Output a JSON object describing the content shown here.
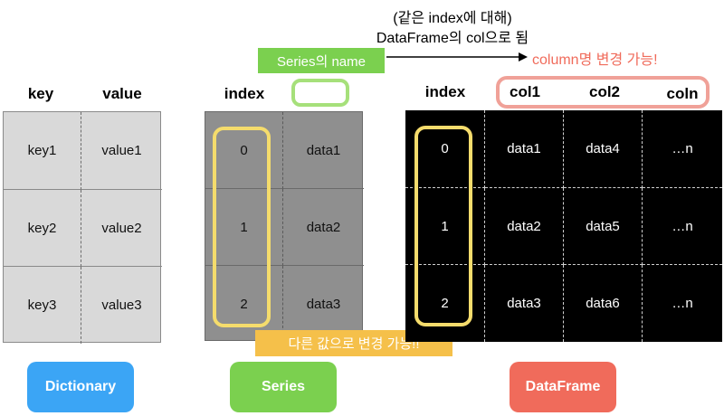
{
  "dictionary": {
    "headers": [
      "key",
      "value"
    ],
    "rows": [
      [
        "key1",
        "value1"
      ],
      [
        "key2",
        "value2"
      ],
      [
        "key3",
        "value3"
      ]
    ],
    "label": "Dictionary",
    "label_color": "#3ba5f5"
  },
  "series": {
    "headers": [
      "index"
    ],
    "rows": [
      [
        "0",
        "data1"
      ],
      [
        "1",
        "data2"
      ],
      [
        "2",
        "data3"
      ]
    ],
    "label": "Series",
    "label_color": "#7bd04f",
    "name_note": "Series의 name",
    "name_note_color": "#7bd04f",
    "index_note": "다른 값으로 변경 가능!!",
    "index_note_color": "#f5c04a"
  },
  "dataframe": {
    "headers": [
      "index",
      "col1",
      "col2",
      "coln"
    ],
    "rows": [
      [
        "0",
        "data1",
        "data4",
        "…n"
      ],
      [
        "1",
        "data2",
        "data5",
        "…n"
      ],
      [
        "2",
        "data3",
        "data6",
        "…n"
      ]
    ],
    "label": "DataFrame",
    "label_color": "#f06b5b",
    "arrow_note_line1": "(같은 index에 대해)",
    "arrow_note_line2": "DataFrame의 col으로 됨",
    "column_note": "column명 변경 가능!",
    "column_note_color": "#f06b5b"
  },
  "colors": {
    "highlight_yellow": "#f5dc6c",
    "highlight_green": "#a6e07a",
    "highlight_pink": "#f0a198"
  }
}
